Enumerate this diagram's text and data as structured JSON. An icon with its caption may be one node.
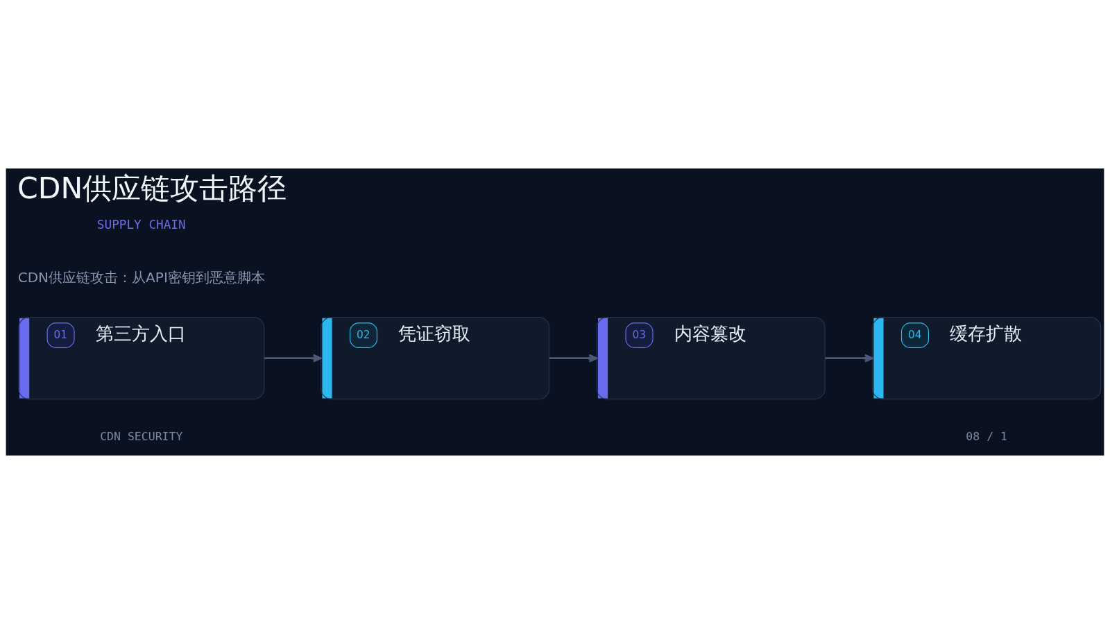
{
  "diagram": {
    "title": "CDN供应链攻击路径",
    "nodes": [
      {
        "text": [
          "01",
          "第三方入口"
        ]
      },
      {
        "text": [
          "02",
          "凭证窃取"
        ]
      },
      {
        "text": [
          "03",
          "内容篡改"
        ]
      },
      {
        "text": [
          "04",
          "缓存扩散"
        ]
      }
    ],
    "edges": [
      {
        "from": 0,
        "to": 1,
        "arrow": "to"
      },
      {
        "from": 1,
        "to": 2,
        "arrow": "to"
      },
      {
        "from": 2,
        "to": 3,
        "arrow": "to"
      }
    ],
    "labels": [
      "SUPPLY CHAIN",
      "CDN供应链攻击：从API密钥到恶意脚本",
      "CDN SECURITY",
      "08 / 1"
    ]
  }
}
